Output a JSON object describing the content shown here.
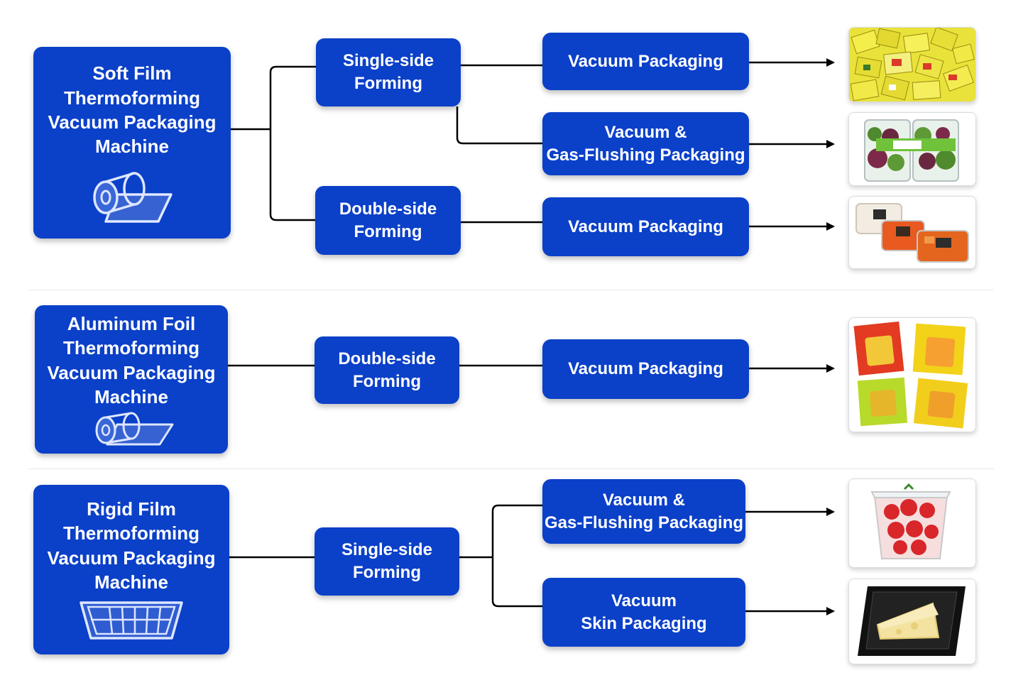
{
  "machines": [
    {
      "label": "Soft Film\nThermoforming\nVacuum Packaging\nMachine",
      "icon": "film-roll-icon"
    },
    {
      "label": "Aluminum Foil\nThermoforming\nVacuum Packaging\nMachine",
      "icon": "film-roll-icon"
    },
    {
      "label": "Rigid Film\nThermoforming\nVacuum Packaging\nMachine",
      "icon": "tray-icon"
    }
  ],
  "forming": [
    {
      "label": "Single-side\nForming"
    },
    {
      "label": "Double-side\nForming"
    },
    {
      "label": "Double-side\nForming"
    },
    {
      "label": "Single-side\nForming"
    }
  ],
  "packaging": [
    {
      "label": "Vacuum Packaging"
    },
    {
      "label": "Vacuum &\nGas-Flushing Packaging"
    },
    {
      "label": "Vacuum Packaging"
    },
    {
      "label": "Vacuum Packaging"
    },
    {
      "label": "Vacuum &\nGas-Flushing Packaging"
    },
    {
      "label": "Vacuum\nSkin Packaging"
    }
  ],
  "products": [
    {
      "icon": "sauce-sachets-image"
    },
    {
      "icon": "salad-tray-image"
    },
    {
      "icon": "meal-trays-image"
    },
    {
      "icon": "foil-pouches-image"
    },
    {
      "icon": "strawberry-box-image"
    },
    {
      "icon": "cheese-skin-pack-image"
    }
  ],
  "colors": {
    "box": "#0b40c8",
    "line": "#000000",
    "icon": "#dce6ff"
  }
}
